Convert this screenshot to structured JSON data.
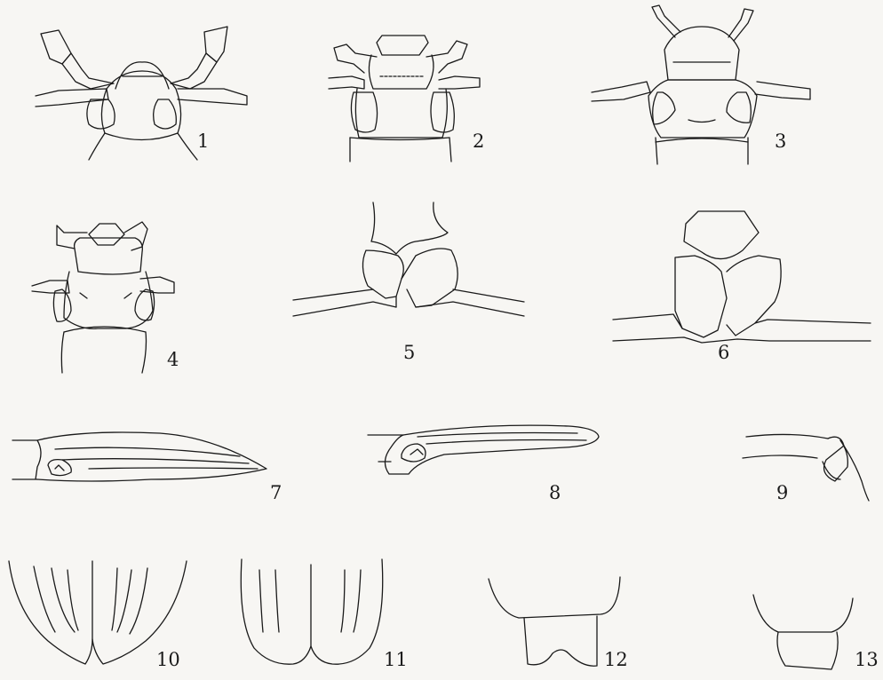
{
  "plate": {
    "figures": [
      {
        "id": "fig1",
        "label": "1"
      },
      {
        "id": "fig2",
        "label": "2"
      },
      {
        "id": "fig3",
        "label": "3"
      },
      {
        "id": "fig4",
        "label": "4"
      },
      {
        "id": "fig5",
        "label": "5"
      },
      {
        "id": "fig6",
        "label": "6"
      },
      {
        "id": "fig7",
        "label": "7"
      },
      {
        "id": "fig8",
        "label": "8"
      },
      {
        "id": "fig9",
        "label": "9"
      },
      {
        "id": "fig10",
        "label": "10"
      },
      {
        "id": "fig11",
        "label": "11"
      },
      {
        "id": "fig12",
        "label": "12"
      },
      {
        "id": "fig13",
        "label": "13"
      }
    ]
  },
  "colors": {
    "ink": "#1a1a1a",
    "paper": "#f7f6f3"
  }
}
